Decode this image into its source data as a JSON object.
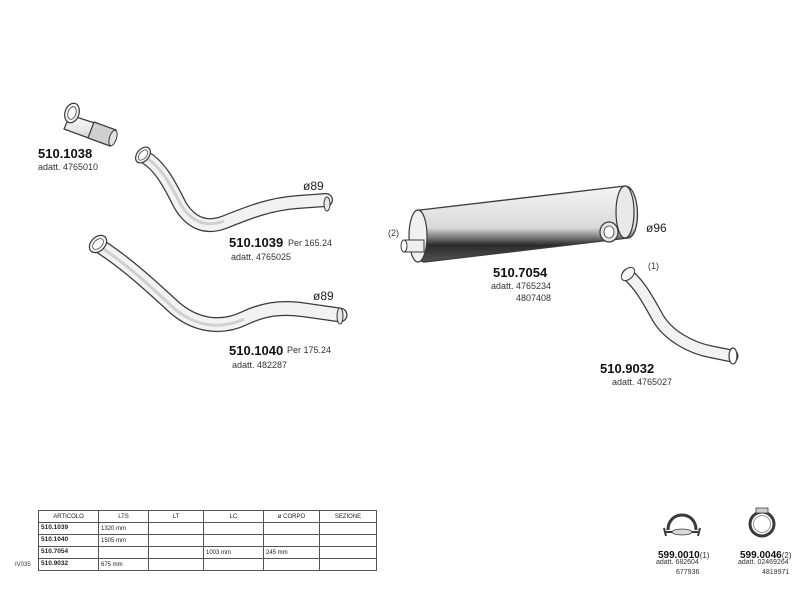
{
  "parts": {
    "p1038": {
      "code": "510.1038",
      "adatt": "adatt. 4765010"
    },
    "p1039": {
      "code": "510.1039",
      "per": "Per  165.24",
      "adatt": "adatt. 4765025",
      "diameter": "ø89"
    },
    "p1040": {
      "code": "510.1040",
      "per": "Per  175.24",
      "adatt": "adatt. 482287",
      "diameter": "ø89"
    },
    "p7054": {
      "code": "510.7054",
      "adatt": "adatt. 4765234",
      "adatt2": "4807408",
      "diameter": "ø96",
      "note": "(2)"
    },
    "p9032": {
      "code": "510.9032",
      "adatt": "adatt. 4765027",
      "note": "(1)"
    },
    "p0010": {
      "code": "599.0010",
      "note": "(1)",
      "adatt": "adatt. 682604",
      "adatt2": "677936"
    },
    "p0046": {
      "code": "599.0046",
      "note": "(2)",
      "adatt": "adatt. 02469264",
      "adatt2": "4819971"
    }
  },
  "table": {
    "side_code": "IV035",
    "headers": [
      "ARTICOLO",
      "LTS",
      "LT",
      "LC",
      "ø CORPO",
      "SEZIONE"
    ],
    "rows": [
      [
        "510.1039",
        "1320 mm",
        "",
        "",
        "",
        ""
      ],
      [
        "510.1040",
        "1505 mm",
        "",
        "",
        "",
        ""
      ],
      [
        "510.7054",
        "",
        "",
        "1003 mm",
        "245 mm",
        ""
      ],
      [
        "510.9032",
        "675 mm",
        "",
        "",
        "",
        ""
      ]
    ]
  },
  "colors": {
    "line": "#3a3a3a",
    "fill_light": "#efefef",
    "fill_mid": "#d6d6d6",
    "fill_dark": "#2a2a2a"
  }
}
